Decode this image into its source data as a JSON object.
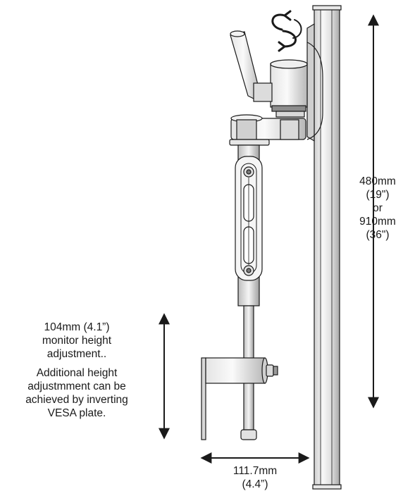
{
  "rail_length_label": {
    "lines": [
      "480mm",
      "(19\")",
      "or",
      "910mm",
      "(36\")"
    ]
  },
  "height_adjustment_label": {
    "heading_lines": [
      "104mm (4.1”)",
      "monitor height",
      "adjustment.."
    ],
    "note_lines": [
      "Additional height",
      "adjustmment can be",
      "achieved by inverting",
      "VESA plate."
    ]
  },
  "width_label": {
    "lines": [
      "111.7mm",
      "(4.4”)"
    ]
  },
  "icons": [
    "rotate-arrows-icon",
    "dimension-arrow-vertical-icon",
    "dimension-arrow-horizontal-icon"
  ],
  "colors": {
    "line": "#1a1a1a",
    "metal_light": "#f2f2f2",
    "metal_mid": "#d6d6d6",
    "metal_dark": "#9a9a9a"
  }
}
